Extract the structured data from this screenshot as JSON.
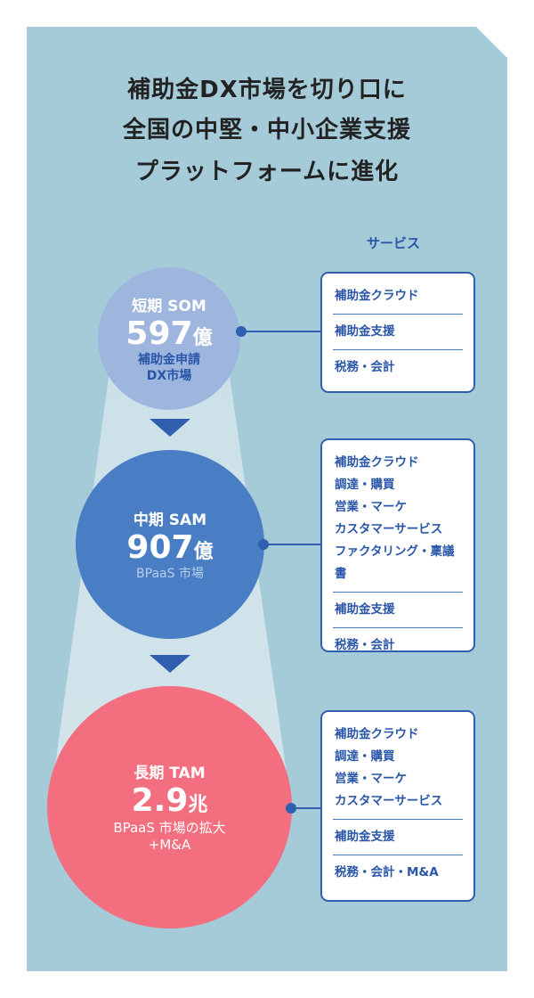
{
  "title": [
    "補助金DX市場を切り口に",
    "全国の中堅・中小企業支援",
    "プラットフォームに進化"
  ],
  "services_label": "サービス",
  "colors": {
    "background": "#a5cbd9",
    "som": "#9eb5de",
    "sam": "#4a7ec4",
    "tam": "#f36e7e",
    "accent": "#2f5fae"
  },
  "tiers": [
    {
      "label": "短期 SOM",
      "value": "597",
      "unit": "億",
      "desc": [
        "補助金申請",
        "DX市場"
      ],
      "services": [
        [
          "補助金クラウド"
        ],
        [
          "補助金支援"
        ],
        [
          "税務・会計"
        ]
      ]
    },
    {
      "label": "中期 SAM",
      "value": "907",
      "unit": "億",
      "desc": [
        "BPaaS 市場"
      ],
      "services": [
        [
          "補助金クラウド",
          "調達・購買",
          "営業・マーケ",
          "カスタマーサービス",
          "ファクタリング・稟議書"
        ],
        [
          "補助金支援"
        ],
        [
          "税務・会計"
        ]
      ]
    },
    {
      "label": "長期 TAM",
      "value": "2.9",
      "unit": "兆",
      "desc": [
        "BPaaS 市場の拡大",
        "+M&A"
      ],
      "services": [
        [
          "補助金クラウド",
          "調達・購買",
          "営業・マーケ",
          "カスタマーサービス"
        ],
        [
          "補助金支援"
        ],
        [
          "税務・会計・M&A"
        ]
      ]
    }
  ]
}
